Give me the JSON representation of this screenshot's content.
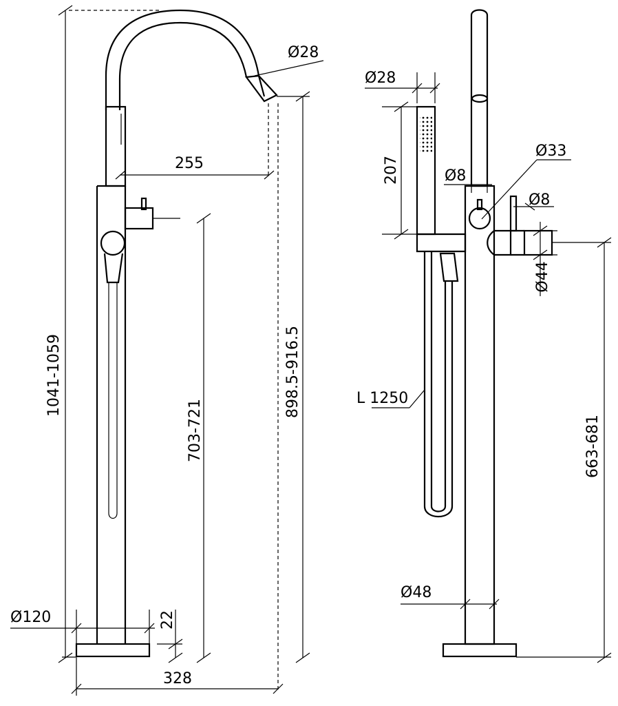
{
  "left_view": {
    "height_total": "1041-1059",
    "spout_height": "898.5-916.5",
    "spout_reach": "255",
    "spout_diameter": "Ø28",
    "handle_height": "703-721",
    "base_diameter": "Ø120",
    "base_thickness": "22",
    "overall_width": "328"
  },
  "right_view": {
    "handshower_diameter": "Ø28",
    "handshower_length": "207",
    "pin_diameter_1": "Ø8",
    "outlet_diameter": "Ø33",
    "pin_diameter_2": "Ø8",
    "handle_diameter": "Ø44",
    "hose_length": "L 1250",
    "handle_height": "663-681",
    "column_diameter": "Ø48"
  }
}
